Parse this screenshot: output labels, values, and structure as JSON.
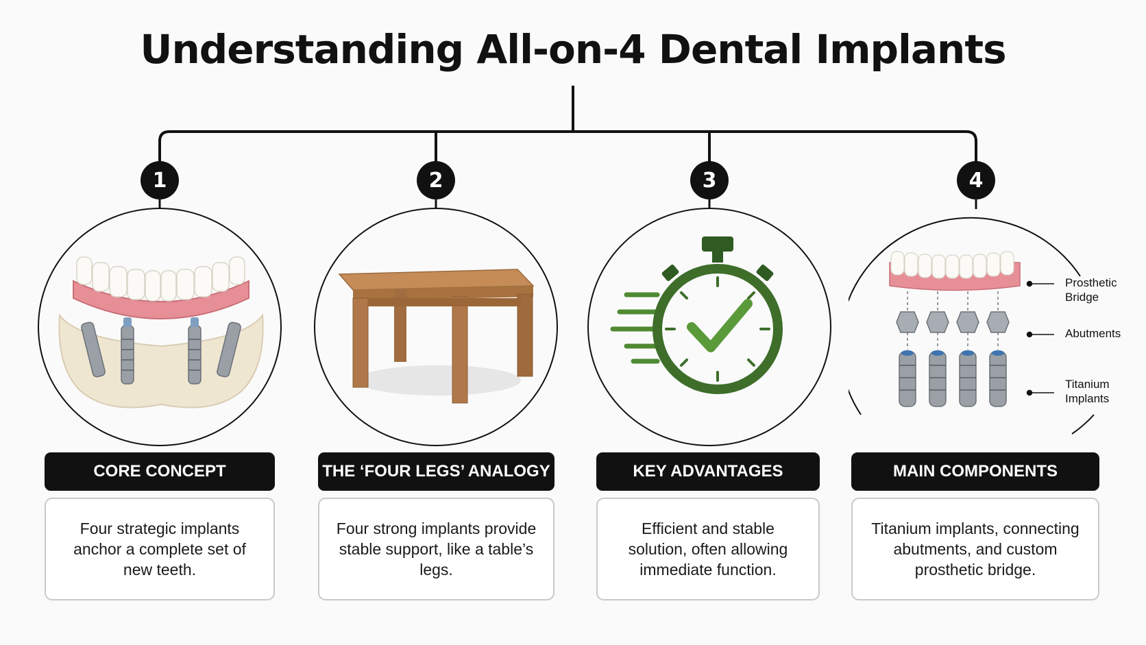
{
  "title": "Understanding All-on-4 Dental Implants",
  "steps": [
    {
      "number": "1",
      "heading": "CORE CONCEPT",
      "description": "Four strategic implants anchor a complete set of new teeth."
    },
    {
      "number": "2",
      "heading": "THE ‘FOUR LEGS’ ANALOGY",
      "description": "Four strong implants provide stable support, like a table’s legs."
    },
    {
      "number": "3",
      "heading": "KEY ADVANTAGES",
      "description": "Efficient and stable solution, often allowing immediate function."
    },
    {
      "number": "4",
      "heading": "MAIN COMPONENTS",
      "description": "Titanium implants, connecting abutments, and custom prosthetic bridge."
    }
  ],
  "components": {
    "bridge_label": "Prosthetic Bridge",
    "abutments_label": "Abutments",
    "implants_label": "Titanium Implants"
  },
  "icons": [
    "dental-arch-implants-icon",
    "wooden-table-icon",
    "stopwatch-check-icon",
    "implant-components-icon"
  ],
  "colors": {
    "accent_green": "#4f8a32",
    "dark_green": "#2f5a22",
    "wood": "#b0784a",
    "gum_pink": "#e78f97",
    "metal": "#9aa0a6"
  }
}
